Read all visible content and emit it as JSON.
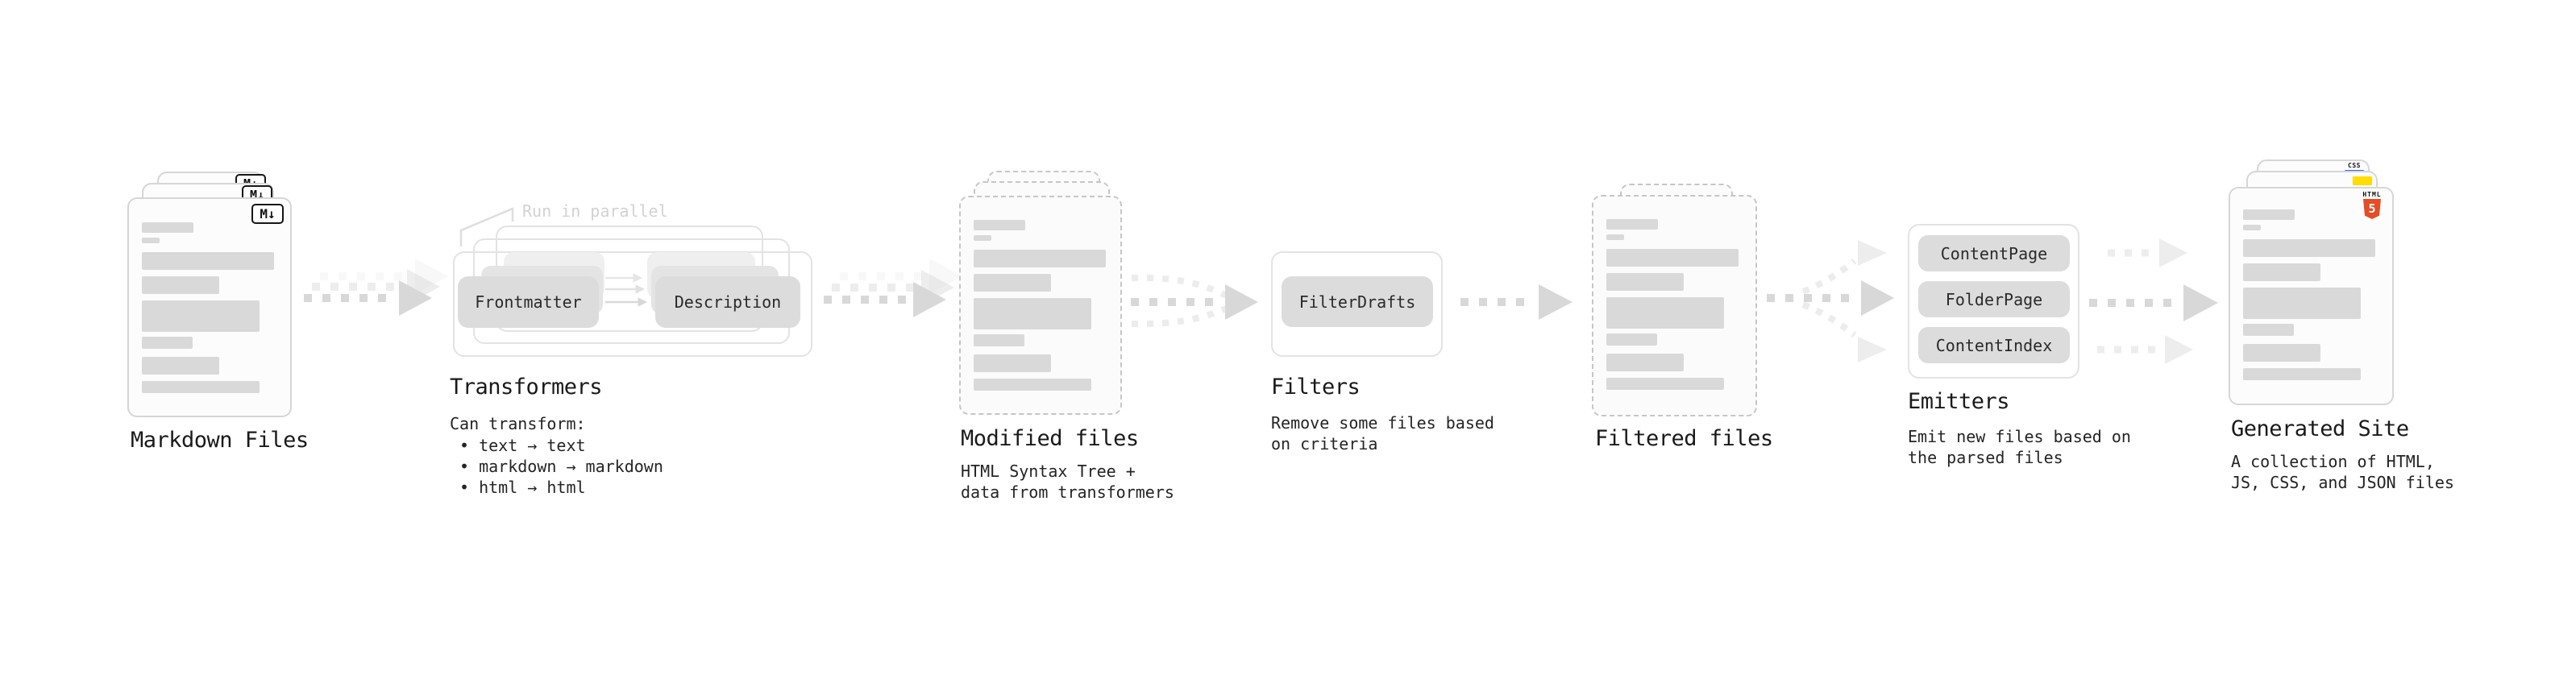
{
  "diagram": {
    "stages": {
      "markdown_files": {
        "label": "Markdown Files",
        "file_icon_text": "M↓"
      },
      "transformers": {
        "label": "Transformers",
        "annotation": "Run in parallel",
        "nodes": [
          "Frontmatter",
          "Description"
        ],
        "notes": [
          "Can transform:",
          "• text → text",
          "• markdown → markdown",
          "• html → html"
        ]
      },
      "modified_files": {
        "label": "Modified files",
        "notes": [
          "HTML Syntax Tree +",
          "data from transformers"
        ]
      },
      "filters": {
        "label": "Filters",
        "nodes": [
          "FilterDrafts"
        ],
        "notes": [
          "Remove some files based",
          "on criteria"
        ]
      },
      "filtered_files": {
        "label": "Filtered files"
      },
      "emitters": {
        "label": "Emitters",
        "nodes": [
          "ContentPage",
          "FolderPage",
          "ContentIndex"
        ],
        "notes": [
          "Emit new files based on",
          "the parsed files"
        ]
      },
      "generated_site": {
        "label": "Generated Site",
        "notes": [
          "A collection of HTML,",
          "JS, CSS, and JSON files"
        ],
        "badges": {
          "css": "CSS",
          "html": "HTML",
          "html_version": "5"
        }
      }
    },
    "colors": {
      "html5_orange": "#e44d26",
      "js_yellow": "#ffdd00",
      "css_blue": "#2f6fe4",
      "node_gray": "#dcdcdc",
      "bar_gray": "#d9d9d9",
      "annotation_gray": "#d2d2d2",
      "text": "#1f1f1f"
    }
  }
}
